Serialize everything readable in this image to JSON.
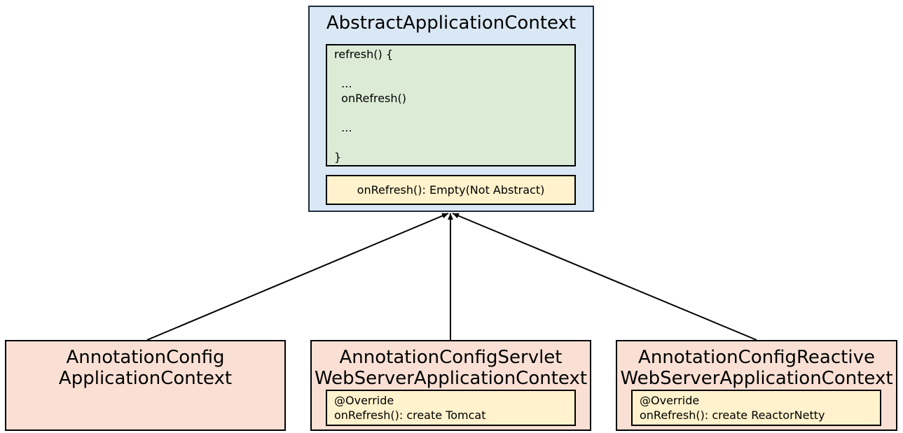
{
  "parent": {
    "title": "AbstractApplicationContext",
    "code_lines": [
      "refresh() {",
      "",
      "  ...",
      "  onRefresh()",
      "",
      "  ...",
      "",
      "}"
    ],
    "note": "onRefresh(): Empty(Not Abstract)"
  },
  "children": [
    {
      "title_line1": "AnnotationConfig",
      "title_line2": "ApplicationContext"
    },
    {
      "title_line1": "AnnotationConfigServlet",
      "title_line2": "WebServerApplicationContext",
      "note_line1": "@Override",
      "note_line2": "onRefresh(): create Tomcat"
    },
    {
      "title_line1": "AnnotationConfigReactive",
      "title_line2": "WebServerApplicationContext",
      "note_line1": "@Override",
      "note_line2": "onRefresh(): create ReactorNetty"
    }
  ],
  "colors": {
    "parent_fill": "#dae8f5",
    "code_fill": "#dcebd6",
    "note_fill": "#fff2cc",
    "child_fill": "#fae0d4"
  }
}
